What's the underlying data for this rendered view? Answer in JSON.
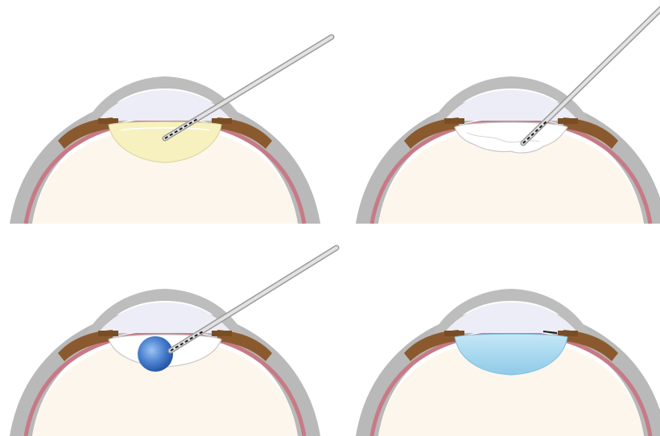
{
  "colors": {
    "background": "#ffffff",
    "sclera_outer": "#b7b7b7",
    "sclera_inner": "#d9d9d9",
    "choroid": "#c77a86",
    "vitreous": "#fdf6ec",
    "anterior_chamber": "#ecedf6",
    "iris": "#8a5a2e",
    "lens_cataract": "#f6f1bf",
    "lens_capsule": "#ffffff",
    "nucleus_blue": "#4a7fcf",
    "iol_blue": "#a6d8ef",
    "instrument": "#d2d2d2",
    "instrument_edge": "#9a9a9a"
  },
  "panels": [
    {
      "id": "panel-1",
      "stage": "incision",
      "lens": "cataract",
      "instrument": "needle",
      "icon": "eye-cross-section-icon"
    },
    {
      "id": "panel-2",
      "stage": "capsulorhexis",
      "lens": "capsule-open",
      "instrument": "needle",
      "icon": "eye-cross-section-icon"
    },
    {
      "id": "panel-3",
      "stage": "phacoemulsification",
      "lens": "nucleus-fragment",
      "instrument": "probe",
      "icon": "eye-cross-section-icon"
    },
    {
      "id": "panel-4",
      "stage": "iol-implant",
      "lens": "intraocular-lens",
      "instrument": "none",
      "icon": "eye-cross-section-icon"
    }
  ]
}
